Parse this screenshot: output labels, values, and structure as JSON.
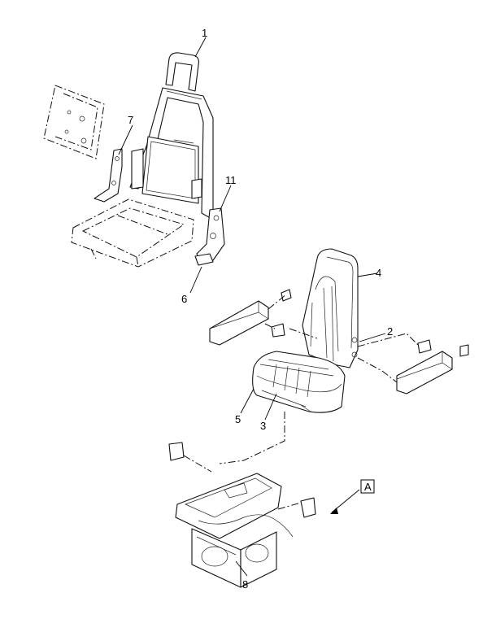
{
  "callouts": {
    "c1": "1",
    "c2": "2",
    "c3": "3",
    "c4": "4",
    "c5": "5",
    "c6": "6",
    "c7": "7",
    "c8": "8",
    "c11": "11"
  },
  "view_label": "A"
}
